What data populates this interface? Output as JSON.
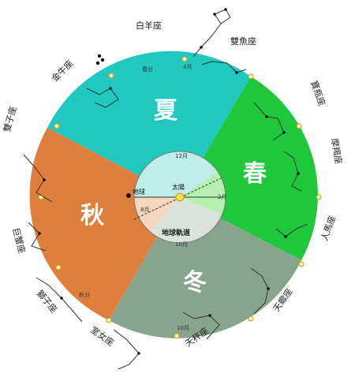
{
  "seasons": {
    "summer": {
      "label": "夏",
      "color": "#20c8c0"
    },
    "spring": {
      "label": "春",
      "color": "#1ec83a"
    },
    "autumn": {
      "label": "秋",
      "color": "#e07f3d"
    },
    "winter": {
      "label": "冬",
      "color": "#86a58c"
    }
  },
  "center": {
    "sun_label": "太陽",
    "earth_label": "地球",
    "orbit_label": "地球軌道"
  },
  "constellations": {
    "aries": "白羊座",
    "pisces": "雙魚座",
    "aquarius": "寶瓶座",
    "capricorn": "摩羯座",
    "sagittarius": "人馬座",
    "scorpio": "天蠍座",
    "libra": "天秤座",
    "virgo": "室女座",
    "leo": "獅子座",
    "cancer": "巨蟹座",
    "gemini": "雙子座",
    "taurus": "金牛座"
  },
  "month_labels": {
    "outer_top": "4月",
    "outer_bottom": "10月",
    "inner_top": "12月",
    "inner_bottom": "10月",
    "inner_right": "2月",
    "inner_left": "8月"
  },
  "arc_labels": {
    "spring_equinox": "春分",
    "autumn_equinox": "秋分"
  },
  "colors": {
    "sun_glow": "#ffe14a",
    "constellation_line": "#333333",
    "star": "#111111"
  }
}
